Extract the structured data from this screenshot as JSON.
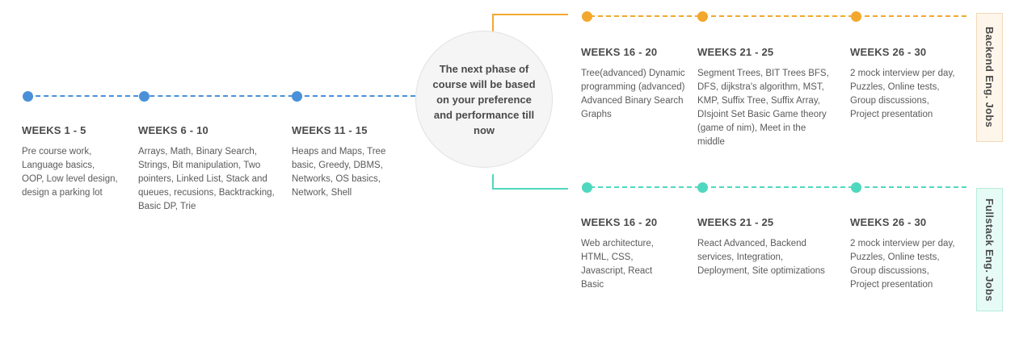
{
  "center_note": "The next phase of course will be based on your preference and performance till now",
  "common_track": [
    {
      "title": "WEEKS 1 - 5",
      "text": "Pre course work, Language basics, OOP, Low level design, design a parking lot"
    },
    {
      "title": "WEEKS 6 - 10",
      "text": "Arrays, Math, Binary Search, Strings, Bit manipulation, Two pointers, Linked List, Stack and queues, recusions, Backtracking, Basic DP, Trie"
    },
    {
      "title": "WEEKS 11 - 15",
      "text": "Heaps and Maps, Tree basic, Greedy, DBMS, Networks, OS basics, Network, Shell"
    }
  ],
  "backend_track": {
    "label": "Backend Eng. Jobs",
    "color": "#f2a82d",
    "stages": [
      {
        "title": "WEEKS 16 - 20",
        "text": "Tree(advanced) Dynamic programming (advanced) Advanced Binary Search Graphs"
      },
      {
        "title": "WEEKS 21 - 25",
        "text": "Segment Trees, BIT Trees BFS, DFS, dijkstra's algorithm, MST, KMP, Suffix Tree, Suffix Array, DIsjoint Set Basic Game theory (game of nim), Meet in the middle"
      },
      {
        "title": "WEEKS 26 - 30",
        "text": "2 mock interview per day, Puzzles, Online tests, Group discussions, Project presentation"
      }
    ]
  },
  "fullstack_track": {
    "label": "Fullstack Eng. Jobs",
    "color": "#4fd8be",
    "stages": [
      {
        "title": "WEEKS 16 - 20",
        "text": "Web architecture, HTML, CSS, Javascript, React Basic"
      },
      {
        "title": "WEEKS 21 - 25",
        "text": "React Advanced, Backend services, Integration, Deployment, Site optimizations"
      },
      {
        "title": "WEEKS 26 - 30",
        "text": "2 mock interview per day, Puzzles, Online tests, Group discussions, Project presentation"
      }
    ]
  },
  "colors": {
    "common": "#4a90d9",
    "backend": "#f2a82d",
    "fullstack": "#4fd8be"
  }
}
